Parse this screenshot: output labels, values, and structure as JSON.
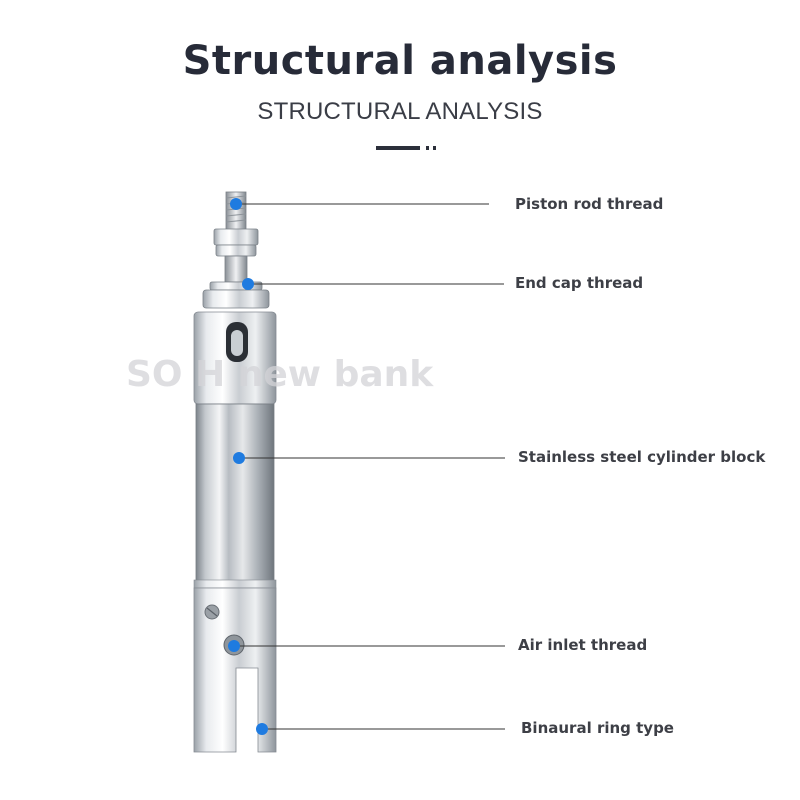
{
  "header": {
    "title": "Structural analysis",
    "subtitle": "STRUCTURAL ANALYSIS"
  },
  "watermark": "SO H new bank",
  "callouts": [
    {
      "label": "Piston rod thread"
    },
    {
      "label": "End cap thread"
    },
    {
      "label": "Stainless steel cylinder block"
    },
    {
      "label": "Air inlet thread"
    },
    {
      "label": "Binaural ring type"
    }
  ],
  "colors": {
    "marker": "#1f7be0",
    "leader_line": "#333333",
    "title": "#272b38"
  }
}
